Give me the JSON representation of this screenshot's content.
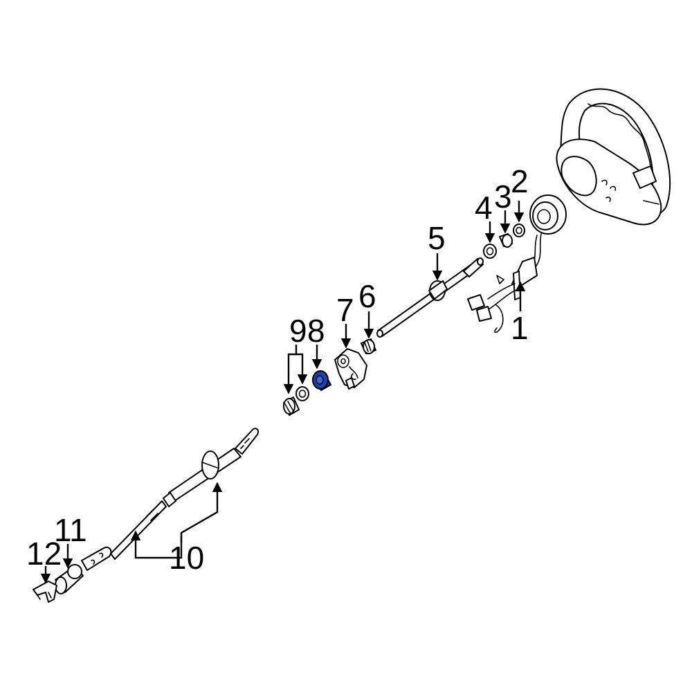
{
  "colors": {
    "line": "#000000",
    "background": "#ffffff",
    "highlight": "#1e3fae"
  },
  "highlighted_part": "8",
  "callouts": {
    "c1": "1",
    "c2": "2",
    "c3": "3",
    "c4": "4",
    "c5": "5",
    "c6": "6",
    "c7": "7",
    "c8": "8",
    "c9": "9",
    "c10": "10",
    "c11": "11",
    "c12": "12"
  }
}
